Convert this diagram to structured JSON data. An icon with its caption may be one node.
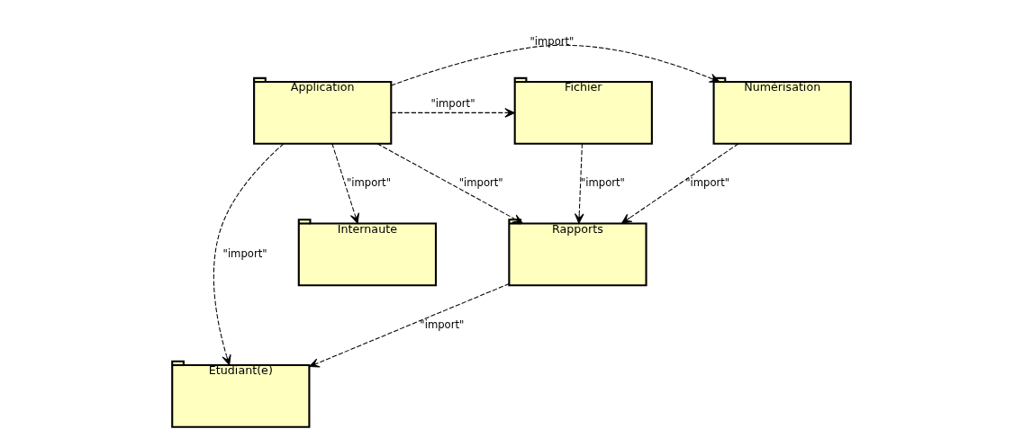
{
  "diagram": {
    "nodes": [
      {
        "text": [
          "Numérisation"
        ]
      },
      {
        "text": [
          "Application"
        ]
      },
      {
        "text": [
          "Fichier"
        ]
      },
      {
        "text": [
          "Internaute"
        ]
      },
      {
        "text": [
          "Etudiant(e)"
        ]
      },
      {
        "text": [
          "Rapports"
        ]
      }
    ],
    "edges": [
      {
        "from": 1,
        "to": 0,
        "arrow": "to",
        "style": "dashed",
        "label": "\"import\""
      },
      {
        "from": 1,
        "to": 2,
        "arrow": "to",
        "style": "dashed",
        "label": "\"import\""
      },
      {
        "from": 1,
        "to": 3,
        "arrow": "to",
        "style": "dashed",
        "label": "\"import\""
      },
      {
        "from": 1,
        "to": 4,
        "arrow": "to",
        "style": "dashed",
        "label": "\"import\""
      },
      {
        "from": 1,
        "to": 5,
        "arrow": "to",
        "style": "dashed",
        "label": "\"import\""
      },
      {
        "from": 2,
        "to": 5,
        "arrow": "to",
        "style": "dashed",
        "label": "\"import\""
      },
      {
        "from": 5,
        "to": 4,
        "arrow": "to",
        "style": "dashed",
        "label": "\"import\""
      },
      {
        "from": 0,
        "to": 5,
        "arrow": "to",
        "style": "dashed",
        "label": "\"import\""
      }
    ]
  }
}
